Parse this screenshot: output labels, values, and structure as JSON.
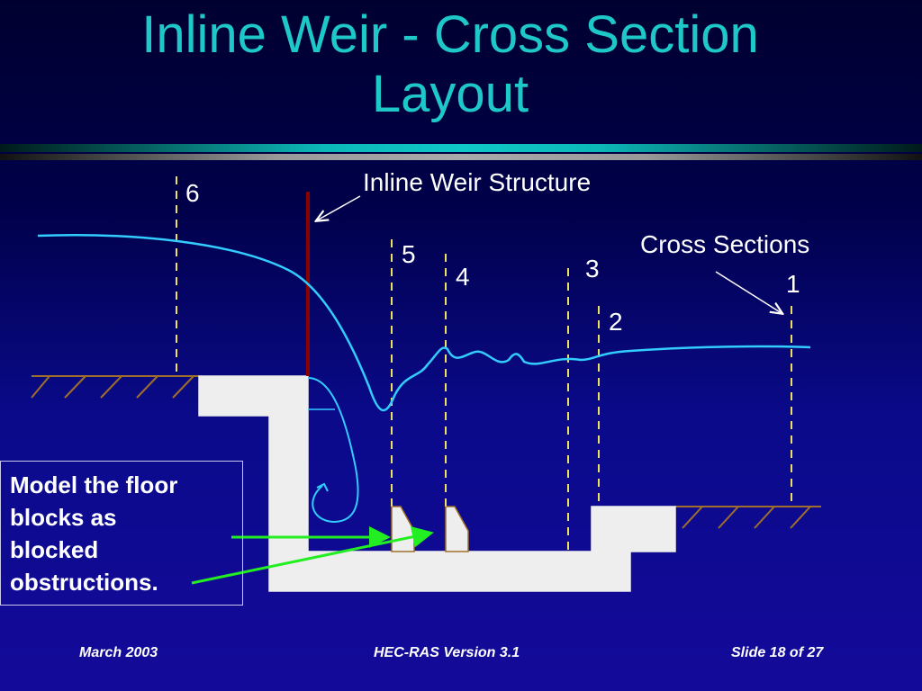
{
  "slide": {
    "title": "Inline Weir - Cross Section Layout",
    "title_line1": "Inline Weir - Cross Section",
    "title_line2": "Layout"
  },
  "diagram": {
    "structure_label": "Inline Weir Structure",
    "cross_sections_label": "Cross Sections",
    "section_numbers": [
      "6",
      "5",
      "4",
      "3",
      "2",
      "1"
    ],
    "note": "Model the floor blocks as blocked obstructions.",
    "note_lines": [
      "Model the floor",
      "blocks as",
      "blocked",
      "obstructions."
    ],
    "colors": {
      "water": "#33ccff",
      "weir": "#8b0000",
      "dashed": "#f0e060",
      "arrow": "#22ee22",
      "ground": "#a0702a"
    }
  },
  "footer": {
    "date": "March 2003",
    "product": "HEC-RAS Version 3.1",
    "slide_number": "Slide 18 of 27"
  }
}
